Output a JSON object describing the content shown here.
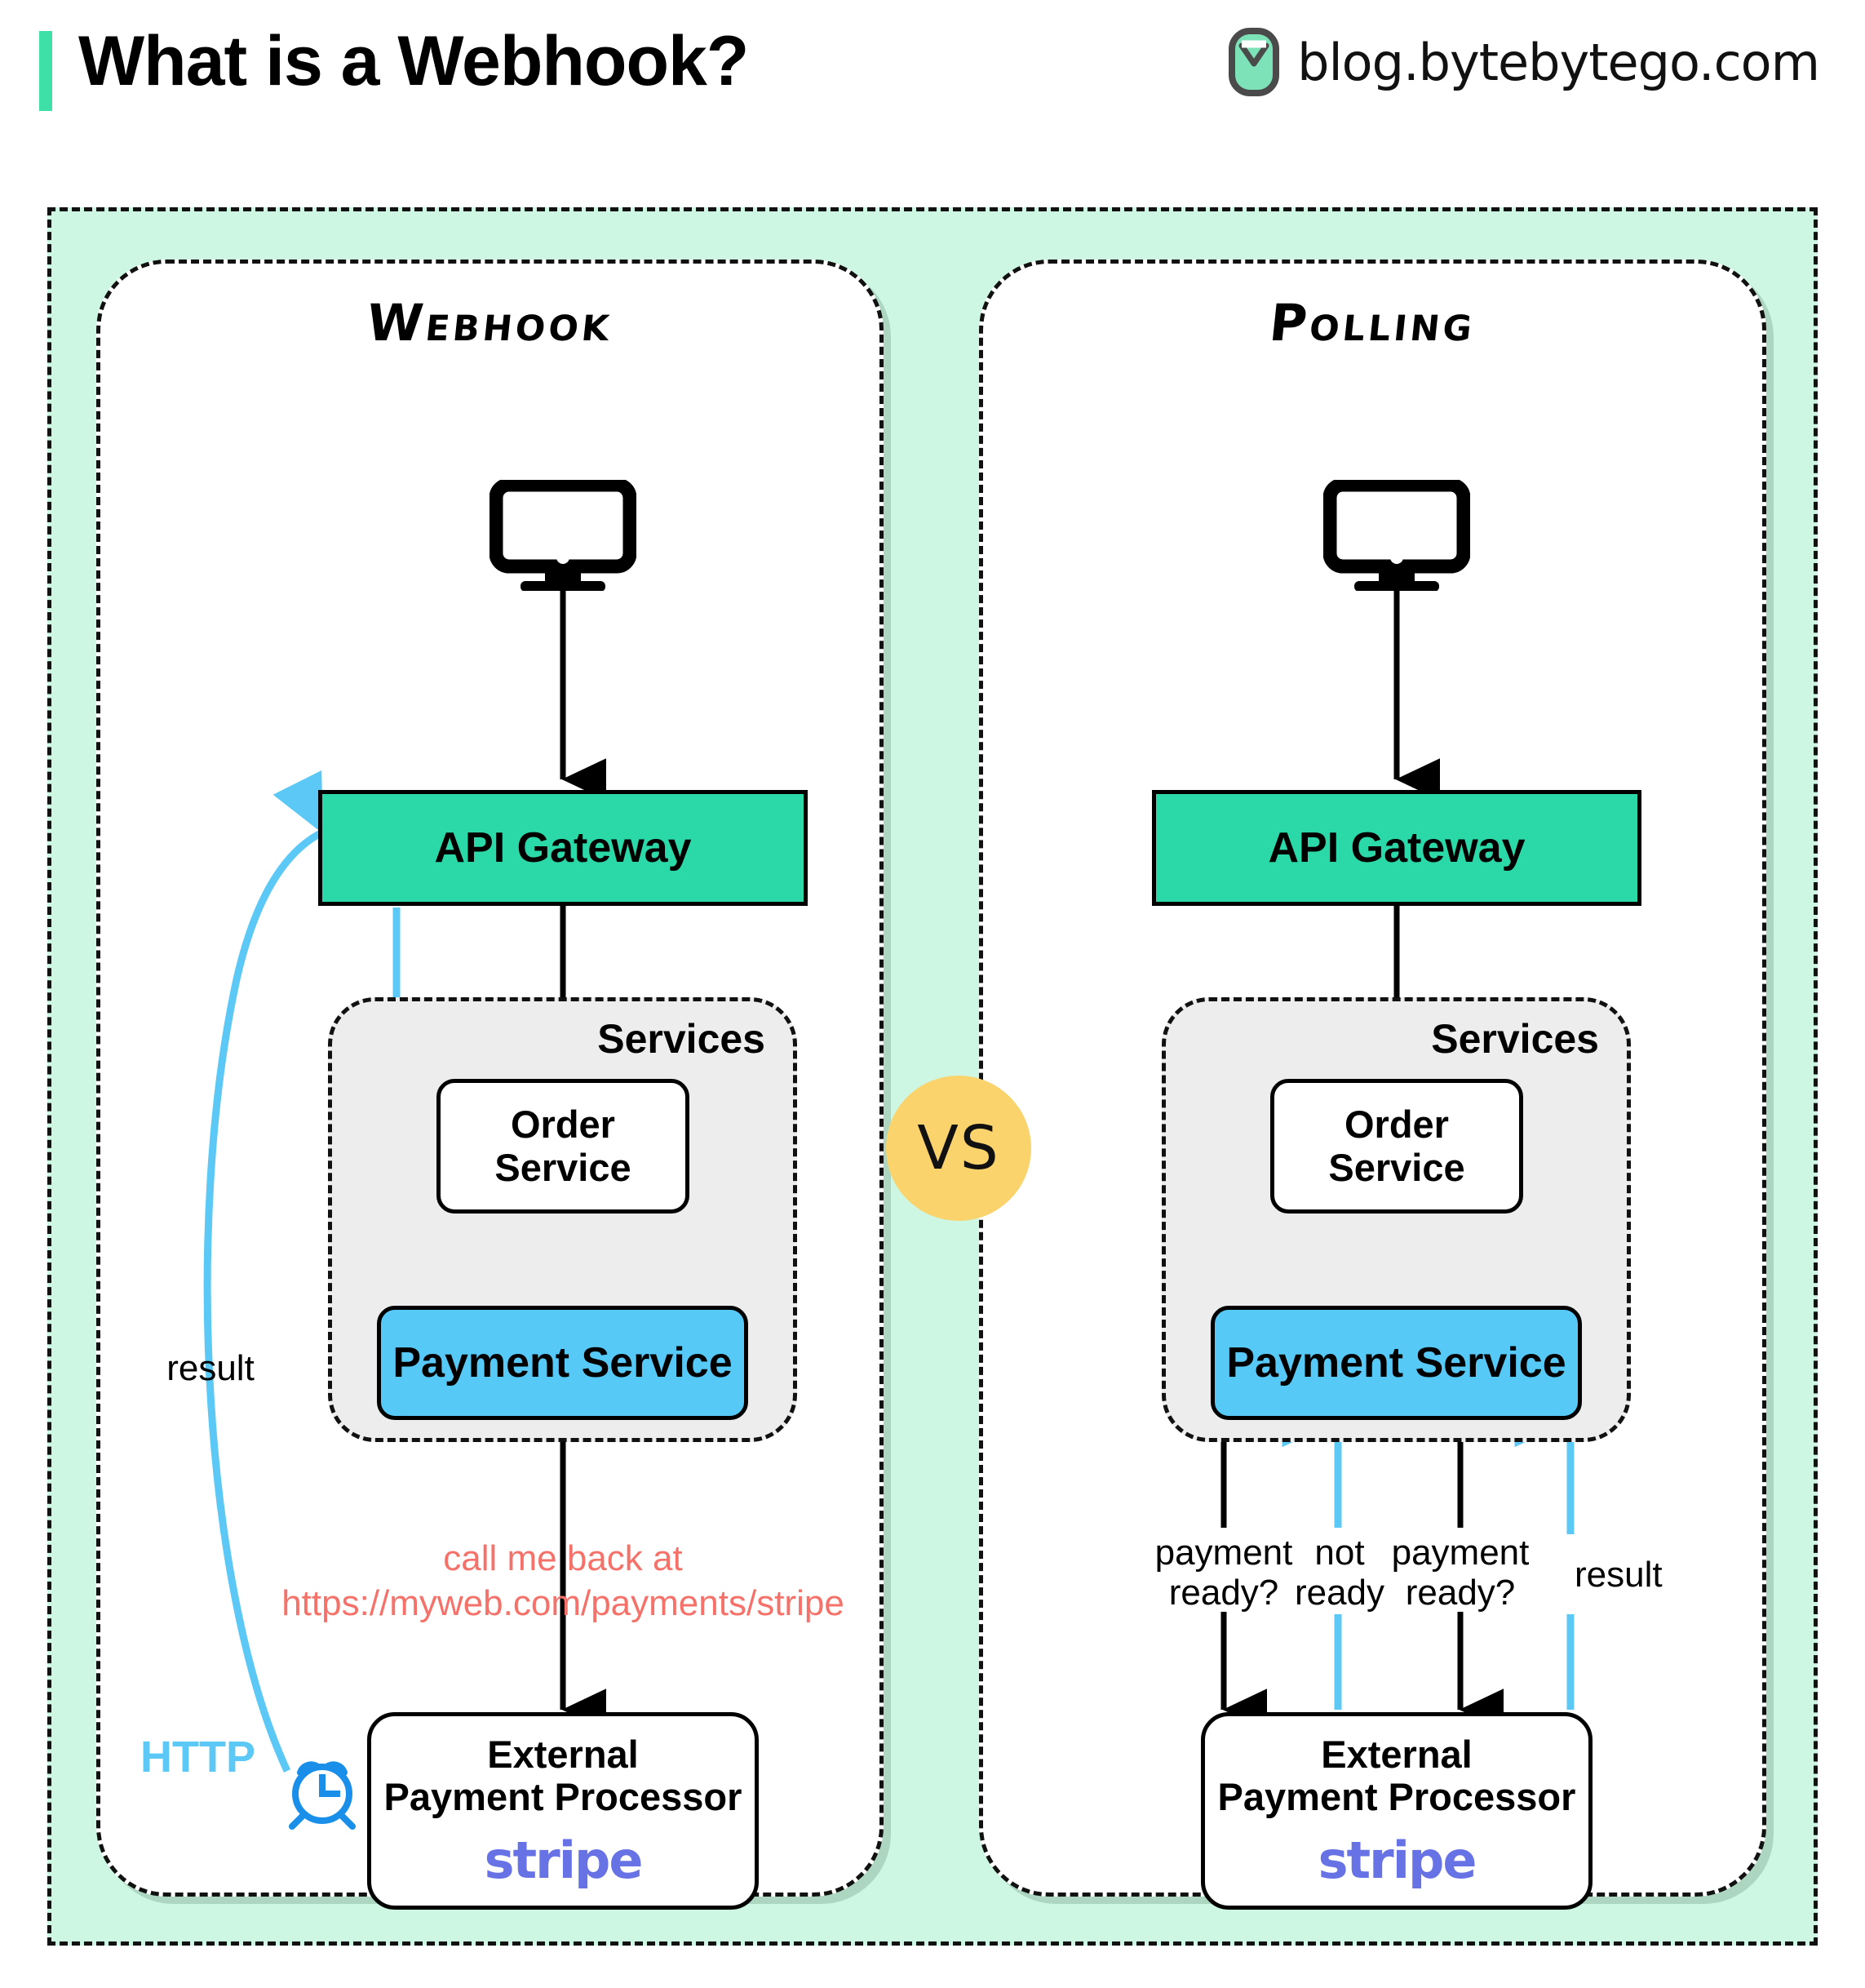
{
  "header": {
    "title": "What is a Webhook?",
    "brand_text": "blog.bytebytego.com",
    "accent_color": "#3EE0A8",
    "logo_icon": "bytebytego-logo-icon"
  },
  "vs_badge": {
    "label": "VS",
    "color": "#FBD36C"
  },
  "colors": {
    "panel_background": "#CDF7E2",
    "gateway": "#2BD9A8",
    "payment_service": "#57C9F7",
    "services_container": "#EDEDED",
    "webhook_arrow": "#5BC8F5",
    "callback_text": "#F5726A",
    "stripe": "#6772E5"
  },
  "webhook": {
    "heading": "Webhook",
    "client_icon": "monitor-icon",
    "gateway": "API Gateway",
    "services_label": "Services",
    "order_service": "Order\nService",
    "order_service_line1": "Order",
    "order_service_line2": "Service",
    "payment_service": "Payment Service",
    "processor_line1": "External",
    "processor_line2": "Payment Processor",
    "processor_logo": "stripe",
    "callback_line1": "call me back at",
    "callback_line2": "https://myweb.com/payments/stripe",
    "result_label": "result",
    "http_label": "HTTP",
    "clock_icon": "alarm-clock-icon"
  },
  "polling": {
    "heading": "Polling",
    "client_icon": "monitor-icon",
    "gateway": "API Gateway",
    "services_label": "Services",
    "order_service_line1": "Order",
    "order_service_line2": "Service",
    "payment_service": "Payment Service",
    "processor_line1": "External",
    "processor_line2": "Payment Processor",
    "processor_logo": "stripe",
    "labels": [
      {
        "line1": "payment",
        "line2": "ready?"
      },
      {
        "line1": "not",
        "line2": "ready"
      },
      {
        "line1": "payment",
        "line2": "ready?"
      },
      {
        "line1": "result",
        "line2": ""
      }
    ]
  }
}
